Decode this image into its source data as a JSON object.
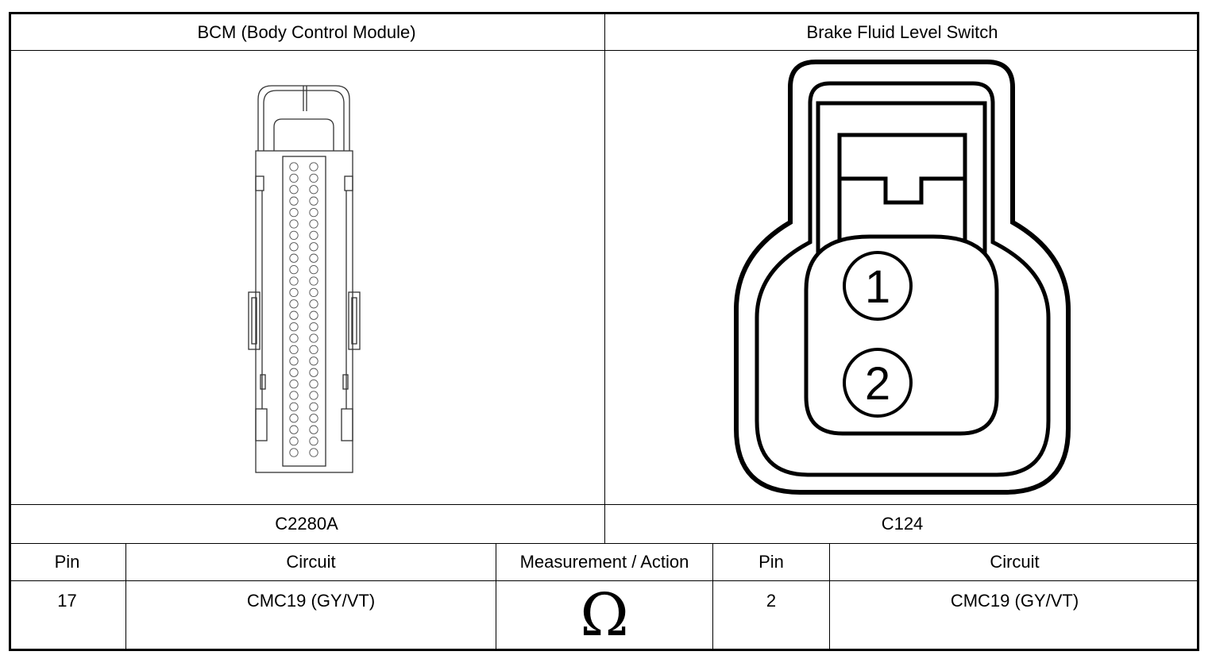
{
  "left_header": "BCM (Body Control Module)",
  "right_header": "Brake Fluid Level Switch",
  "left_connector_id": "C2280A",
  "right_connector_id": "C124",
  "table": {
    "headers": [
      "Pin",
      "Circuit",
      "Measurement / Action",
      "Pin",
      "Circuit"
    ],
    "row": {
      "pin_left": "17",
      "circuit_left": "CMC19 (GY/VT)",
      "measurement": "Ω",
      "pin_right": "2",
      "circuit_right": "CMC19 (GY/VT)"
    }
  },
  "right_connector_pins": [
    "1",
    "2"
  ],
  "bcm_cavity_count": 52
}
